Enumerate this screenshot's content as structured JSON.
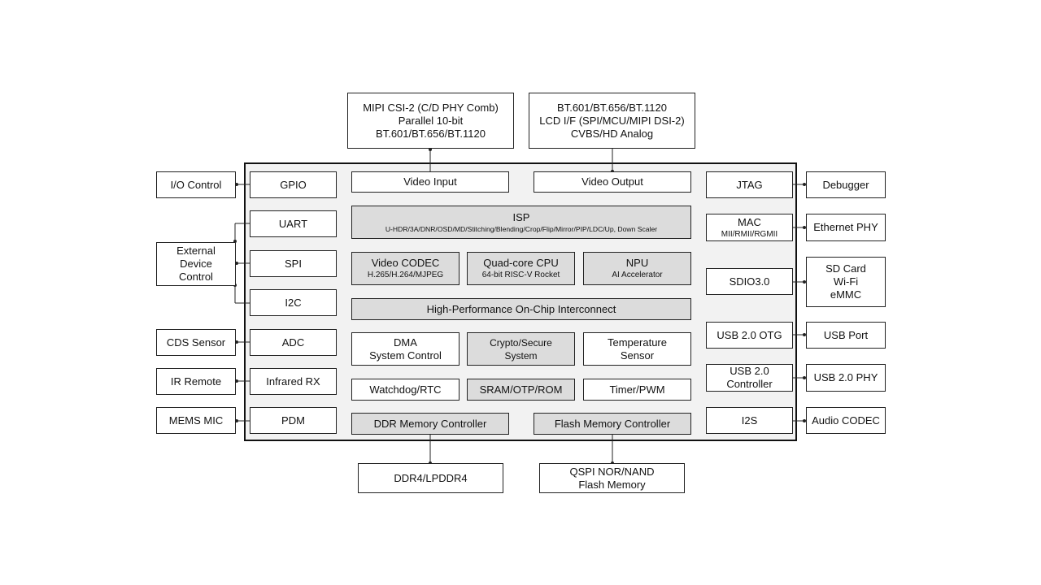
{
  "top": {
    "camera_input": [
      "MIPI CSI-2 (C/D PHY Comb)",
      "Parallel 10-bit",
      "BT.601/BT.656/BT.1120"
    ],
    "display_output": [
      "BT.601/BT.656/BT.1120",
      "LCD I/F (SPI/MCU/MIPI  DSI-2)",
      "CVBS/HD Analog"
    ]
  },
  "bottom": {
    "ddr": "DDR4/LPDDR4",
    "flash": [
      "QSPI NOR/NAND",
      "Flash Memory"
    ]
  },
  "left_external": {
    "io_control": "I/O Control",
    "external_device": [
      "External",
      "Device",
      "Control"
    ],
    "cds_sensor": "CDS Sensor",
    "ir_remote": "IR Remote",
    "mems_mic": "MEMS MIC"
  },
  "left_internal": {
    "gpio": "GPIO",
    "uart": "UART",
    "spi": "SPI",
    "i2c": "I2C",
    "adc": "ADC",
    "infrared_rx": "Infrared RX",
    "pdm": "PDM"
  },
  "center": {
    "video_input": "Video Input",
    "video_output": "Video Output",
    "isp_title": "ISP",
    "isp_sub": "U-HDR/3A/DNR/OSD/MD/Stitching/Blending/Crop/Flip/Mirror/PIP/LDC/Up,  Down Scaler",
    "video_codec_title": "Video CODEC",
    "video_codec_sub": "H.265/H.264/MJPEG",
    "cpu_title": "Quad-core CPU",
    "cpu_sub": "64-bit RISC-V Rocket",
    "npu_title": "NPU",
    "npu_sub": "AI Accelerator",
    "interconnect": "High-Performance  On-Chip Interconnect",
    "dma": [
      "DMA",
      "System Control"
    ],
    "crypto": [
      "Crypto/Secure",
      "System"
    ],
    "temp_sensor": [
      "Temperature",
      "Sensor"
    ],
    "watchdog": "Watchdog/RTC",
    "sram": "SRAM/OTP/ROM",
    "timer": "Timer/PWM",
    "ddr_controller": "DDR Memory Controller",
    "flash_controller": "Flash Memory Controller"
  },
  "right_internal": {
    "jtag": "JTAG",
    "mac_title": "MAC",
    "mac_sub": "MII/RMII/RGMII",
    "sdio": "SDIO3.0",
    "usb_otg": "USB 2.0 OTG",
    "usb_controller": [
      "USB 2.0",
      "Controller"
    ],
    "i2s": "I2S"
  },
  "right_external": {
    "debugger": "Debugger",
    "ethernet_phy": "Ethernet PHY",
    "sd_card": [
      "SD Card",
      "Wi-Fi",
      "eMMC"
    ],
    "usb_port": "USB Port",
    "usb_phy": "USB 2.0 PHY",
    "audio_codec": "Audio CODEC"
  }
}
